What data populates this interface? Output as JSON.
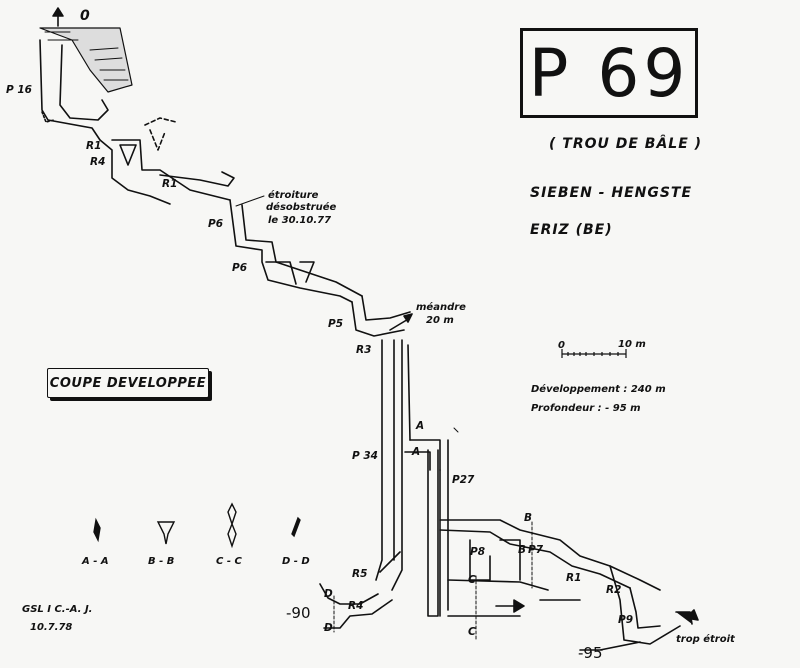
{
  "title": "P 69",
  "subtitle": "( TROU DE BÂLE )",
  "location": "SIEBEN - HENGSTE",
  "commune": "ERIZ (BE)",
  "section_title": "COUPE DEVELOPPEE",
  "scale": {
    "zero": "0",
    "ten": "10 m"
  },
  "stats": {
    "development": "Développement :  240 m",
    "depth": "Profondeur  :   - 95 m"
  },
  "credit": {
    "group": "GSL I C.-A. J.",
    "date": "10.7.78"
  },
  "notes": {
    "narrowing": "étroiture",
    "unblocked": "désobstruée",
    "date": "le 30.10.77",
    "meander": "méandre",
    "meander_len": "20 m",
    "too_narrow": "trop étroit"
  },
  "depth_marks": {
    "zero": "0",
    "minus90": "-90",
    "minus95": "-95"
  },
  "labels": {
    "p16": "P 16",
    "r1a": "R1",
    "r4a": "R4",
    "r1b": "R1",
    "p6a": "P6",
    "p6b": "P6",
    "p5": "P5",
    "r3": "R3",
    "p34": "P 34",
    "p27": "P27",
    "r5": "R5",
    "r4b": "R4",
    "p8": "P8",
    "p7": "P7",
    "r1c": "R1",
    "r2": "R2",
    "p9": "P9",
    "a1": "A",
    "a2": "A",
    "b1": "B",
    "b2": "B",
    "c1": "C",
    "c2": "C",
    "d1": "D",
    "d2": "D"
  },
  "cross_sections": [
    "A - A",
    "B - B",
    "C - C",
    "D - D"
  ]
}
